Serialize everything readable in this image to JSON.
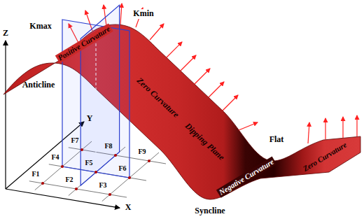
{
  "diagram": {
    "labels": [
      "Kmax",
      "Kmin",
      "Positive Curvature",
      "Zero Curvature",
      "Anticline",
      "Dipping Plane",
      "Zero Curvature",
      "Negative Curvature",
      "Syncline",
      "Flat",
      "Z",
      "Y",
      "X",
      "F1",
      "F2",
      "F3",
      "F4",
      "F5",
      "F6",
      "F7",
      "F8",
      "F9"
    ]
  }
}
